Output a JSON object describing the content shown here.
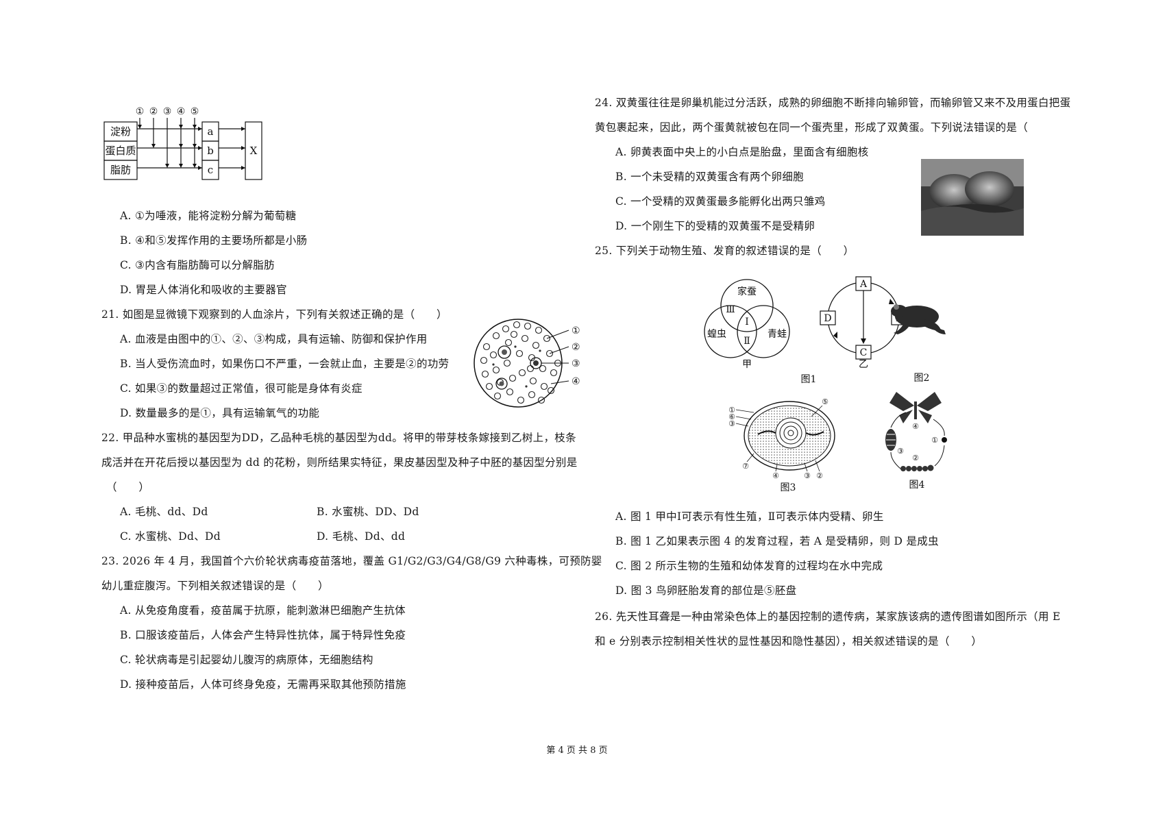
{
  "q20": {
    "diagram": {
      "markers": [
        "①",
        "②",
        "③",
        "④",
        "⑤"
      ],
      "nutrients": [
        "淀粉",
        "蛋白质",
        "脂肪"
      ],
      "products": [
        "a",
        "b",
        "c"
      ],
      "target": "X"
    },
    "options": [
      "A. ①为唾液，能将淀粉分解为葡萄糖",
      "B. ④和⑤发挥作用的主要场所都是小肠",
      "C. ③内含有脂肪酶可以分解脂肪",
      "D. 胃是人体消化和吸收的主要器官"
    ]
  },
  "q21": {
    "stem": "21. 如图是显微镜下观察到的人血涂片，下列有关叙述正确的是（　　）",
    "options": [
      "A. 血液是由图中的①、②、③构成，具有运输、防御和保护作用",
      "B. 当人受伤流血时，如果伤口不严重，一会就止血，主要是②的功劳",
      "C. 如果③的数量超过正常值，很可能是身体有炎症",
      "D. 数量最多的是①，具有运输氧气的功能"
    ],
    "labels": [
      "①",
      "②",
      "③",
      "④"
    ]
  },
  "q22": {
    "stem_lines": [
      "22. 甲品种水蜜桃的基因型为DD，乙品种毛桃的基因型为dd。将甲的带芽枝条嫁接到乙树上，枝条",
      "成活并在开花后授以基因型为 dd 的花粉，则所结果实特征，果皮基因型及种子中胚的基因型分别是",
      "（　　）"
    ],
    "options": [
      "A. 毛桃、dd、Dd",
      "B. 水蜜桃、DD、Dd",
      "C. 水蜜桃、Dd、Dd",
      "D. 毛桃、Dd、dd"
    ]
  },
  "q23": {
    "stem_lines": [
      "23. 2026 年 4 月，我国首个六价轮状病毒疫苗落地，覆盖 G1/G2/G3/G4/G8/G9 六种毒株，可预防婴",
      "幼儿重症腹泻。下列相关叙述错误的是（　　）"
    ],
    "options": [
      "A. 从免疫角度看，疫苗属于抗原，能刺激淋巴细胞产生抗体",
      "B. 口服该疫苗后，人体会产生特异性抗体，属于特异性免疫",
      "C. 轮状病毒是引起婴幼儿腹泻的病原体，无细胞结构",
      "D. 接种疫苗后，人体可终身免疫，无需再采取其他预防措施"
    ]
  },
  "q24": {
    "stem_lines": [
      "24. 双黄蛋往往是卵巢机能过分活跃，成熟的卵细胞不断排向输卵管，而输卵管又来不及用蛋白把蛋",
      "黄包裹起来，因此，两个蛋黄就被包在同一个蛋壳里，形成了双黄蛋。下列说法错误的是（"
    ],
    "options": [
      "A. 卵黄表面中央上的小白点是胎盘，里面含有细胞核",
      "B. 一个未受精的双黄蛋含有两个卵细胞",
      "C. 一个受精的双黄蛋最多能孵化出两只雏鸡",
      "D. 一个刚生下的受精的双黄蛋不是受精卵"
    ]
  },
  "q25": {
    "stem": "25. 下列关于动物生殖、发育的叙述错误的是（　　）",
    "fig1": {
      "venn_labels": [
        "家蚕",
        "蝗虫",
        "青蛙",
        "Ⅰ",
        "Ⅱ",
        "Ⅲ"
      ],
      "cycle_labels": [
        "A",
        "B",
        "C",
        "D"
      ],
      "sub_labels": [
        "甲",
        "乙"
      ],
      "caption": "图1"
    },
    "fig2_caption": "图2",
    "fig3": {
      "labels": [
        "①",
        "⑥",
        "③",
        "⑤",
        "⑦",
        "④",
        "③",
        "②"
      ],
      "caption": "图3"
    },
    "fig4": {
      "labels": [
        "④",
        "①",
        "③",
        "②"
      ],
      "caption": "图4"
    },
    "options": [
      "A. 图 1 甲中Ⅰ可表示有性生殖，Ⅱ可表示体内受精、卵生",
      "B. 图 1 乙如果表示图 4 的发育过程，若 A 是受精卵，则 D 是成虫",
      "C. 图 2 所示生物的生殖和幼体发育的过程均在水中完成",
      "D. 图 3 鸟卵胚胎发育的部位是⑤胚盘"
    ]
  },
  "q26": {
    "stem_lines": [
      "26. 先天性耳聋是一种由常染色体上的基因控制的遗传病，某家族该病的遗传图谱如图所示（用 E",
      "和 e 分别表示控制相关性状的显性基因和隐性基因），相关叙述错误的是（　　）"
    ]
  },
  "footer": "第 4 页 共 8 页"
}
